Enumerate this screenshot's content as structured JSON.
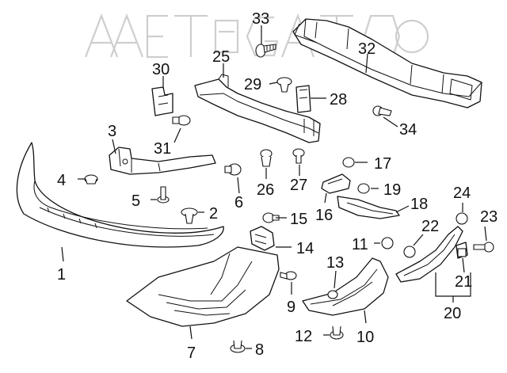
{
  "watermark": "ALLEGRO AUTO",
  "callouts": [
    {
      "id": "1",
      "label": "1"
    },
    {
      "id": "2",
      "label": "2"
    },
    {
      "id": "3",
      "label": "3"
    },
    {
      "id": "4",
      "label": "4"
    },
    {
      "id": "5",
      "label": "5"
    },
    {
      "id": "6",
      "label": "6"
    },
    {
      "id": "7",
      "label": "7"
    },
    {
      "id": "8",
      "label": "8"
    },
    {
      "id": "9",
      "label": "9"
    },
    {
      "id": "10",
      "label": "10"
    },
    {
      "id": "11",
      "label": "11"
    },
    {
      "id": "12",
      "label": "12"
    },
    {
      "id": "13",
      "label": "13"
    },
    {
      "id": "14",
      "label": "14"
    },
    {
      "id": "15",
      "label": "15"
    },
    {
      "id": "16",
      "label": "16"
    },
    {
      "id": "17",
      "label": "17"
    },
    {
      "id": "18",
      "label": "18"
    },
    {
      "id": "19",
      "label": "19"
    },
    {
      "id": "20",
      "label": "20"
    },
    {
      "id": "21",
      "label": "21"
    },
    {
      "id": "22",
      "label": "22"
    },
    {
      "id": "23",
      "label": "23"
    },
    {
      "id": "24",
      "label": "24"
    },
    {
      "id": "25",
      "label": "25"
    },
    {
      "id": "26",
      "label": "26"
    },
    {
      "id": "27",
      "label": "27"
    },
    {
      "id": "28",
      "label": "28"
    },
    {
      "id": "29",
      "label": "29"
    },
    {
      "id": "30",
      "label": "30"
    },
    {
      "id": "31",
      "label": "31"
    },
    {
      "id": "32",
      "label": "32"
    },
    {
      "id": "33",
      "label": "33"
    },
    {
      "id": "34",
      "label": "34"
    }
  ]
}
